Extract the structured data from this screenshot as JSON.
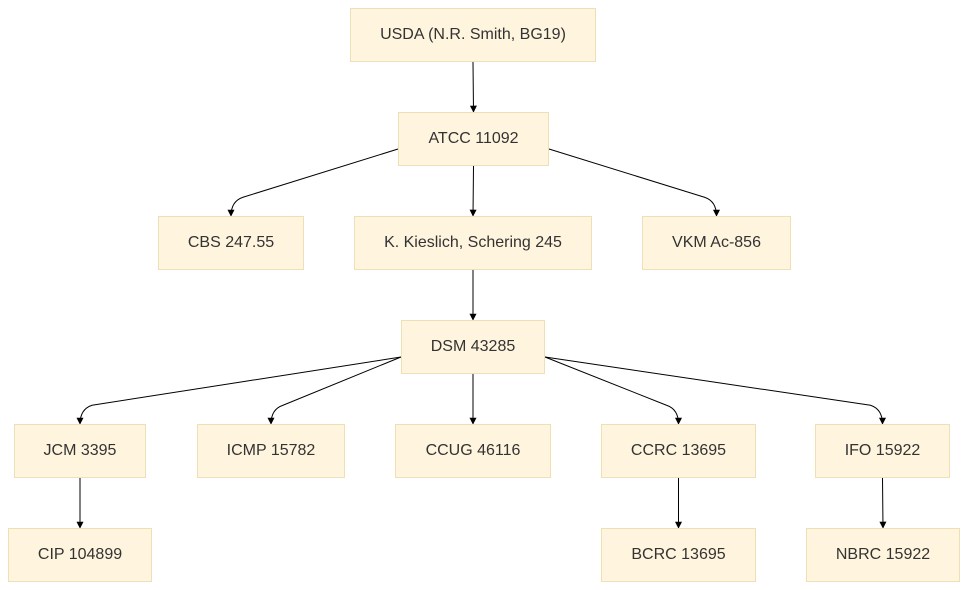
{
  "nodes": {
    "usda": "USDA (N.R. Smith, BG19)",
    "atcc": "ATCC 11092",
    "cbs": "CBS 247.55",
    "kieslich": "K. Kieslich, Schering 245",
    "vkm": "VKM Ac-856",
    "dsm": "DSM 43285",
    "jcm": "JCM 3395",
    "icmp": "ICMP 15782",
    "ccug": "CCUG 46116",
    "ccrc": "CCRC 13695",
    "ifo": "IFO 15922",
    "cip": "CIP 104899",
    "bcrc": "BCRC 13695",
    "nbrc": "NBRC 15922"
  },
  "edges": [
    [
      "usda",
      "atcc"
    ],
    [
      "atcc",
      "cbs"
    ],
    [
      "atcc",
      "kieslich"
    ],
    [
      "atcc",
      "vkm"
    ],
    [
      "kieslich",
      "dsm"
    ],
    [
      "dsm",
      "jcm"
    ],
    [
      "dsm",
      "icmp"
    ],
    [
      "dsm",
      "ccug"
    ],
    [
      "dsm",
      "ccrc"
    ],
    [
      "dsm",
      "ifo"
    ],
    [
      "jcm",
      "cip"
    ],
    [
      "ccrc",
      "bcrc"
    ],
    [
      "ifo",
      "nbrc"
    ]
  ]
}
